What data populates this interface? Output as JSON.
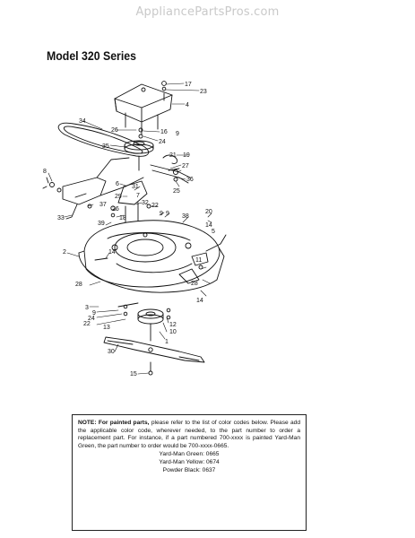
{
  "watermark": "AppliancePartsPros.com",
  "title": "Model 320 Series",
  "callouts": [
    {
      "id": "c17",
      "text": "17"
    },
    {
      "id": "c23",
      "text": "23"
    },
    {
      "id": "c4",
      "text": "4"
    },
    {
      "id": "c34",
      "text": "34"
    },
    {
      "id": "c26a",
      "text": "26"
    },
    {
      "id": "c16",
      "text": "16"
    },
    {
      "id": "c9a",
      "text": "9"
    },
    {
      "id": "c24a",
      "text": "24"
    },
    {
      "id": "c35",
      "text": "35"
    },
    {
      "id": "c21",
      "text": "21"
    },
    {
      "id": "c19",
      "text": "19"
    },
    {
      "id": "c27",
      "text": "27"
    },
    {
      "id": "c36",
      "text": "36"
    },
    {
      "id": "c25",
      "text": "25"
    },
    {
      "id": "c8",
      "text": "8"
    },
    {
      "id": "c6",
      "text": "6"
    },
    {
      "id": "c31",
      "text": "31"
    },
    {
      "id": "c29",
      "text": "29"
    },
    {
      "id": "c7",
      "text": "7"
    },
    {
      "id": "c32",
      "text": "32"
    },
    {
      "id": "c37",
      "text": "37"
    },
    {
      "id": "c26b",
      "text": "26"
    },
    {
      "id": "c18",
      "text": "18"
    },
    {
      "id": "c22a",
      "text": "22"
    },
    {
      "id": "c9b",
      "text": "9"
    },
    {
      "id": "c33",
      "text": "33"
    },
    {
      "id": "c39",
      "text": "39"
    },
    {
      "id": "c9c",
      "text": "9"
    },
    {
      "id": "c38",
      "text": "38"
    },
    {
      "id": "c20",
      "text": "20"
    },
    {
      "id": "c14a",
      "text": "14"
    },
    {
      "id": "c5",
      "text": "5"
    },
    {
      "id": "c2",
      "text": "2"
    },
    {
      "id": "c14b",
      "text": "14"
    },
    {
      "id": "c11",
      "text": "11"
    },
    {
      "id": "c28a",
      "text": "28"
    },
    {
      "id": "c28b",
      "text": "28"
    },
    {
      "id": "c14c",
      "text": "14"
    },
    {
      "id": "c3",
      "text": "3"
    },
    {
      "id": "c9d",
      "text": "9"
    },
    {
      "id": "c24b",
      "text": "24"
    },
    {
      "id": "c22b",
      "text": "22"
    },
    {
      "id": "c13",
      "text": "13"
    },
    {
      "id": "c12",
      "text": "12"
    },
    {
      "id": "c10",
      "text": "10"
    },
    {
      "id": "c1",
      "text": "1"
    },
    {
      "id": "c30",
      "text": "30"
    },
    {
      "id": "c15",
      "text": "15"
    }
  ],
  "note": {
    "label": "NOTE: For painted parts,",
    "body": "please refer to the list of color codes below. Please add the applicable color code, wherever needed, to the part number to order a replacement part. For instance, if a part numbered 700-xxxx is painted Yard-Man Green, the part number to order would be 700-xxxx-0665.",
    "codes": [
      "Yard-Man Green: 0665",
      "Yard-Man Yellow: 0674",
      "Powder Black: 0637"
    ]
  }
}
